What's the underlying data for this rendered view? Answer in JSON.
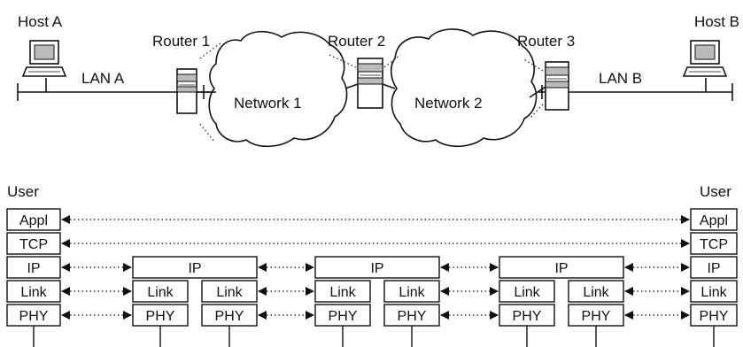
{
  "top": {
    "host_a": "Host A",
    "host_b": "Host B",
    "router_1": "Router 1",
    "router_2": "Router 2",
    "router_3": "Router 3",
    "lan_a": "LAN A",
    "lan_b": "LAN B",
    "network_1": "Network 1",
    "network_2": "Network 2"
  },
  "stack": {
    "user_left": "User",
    "user_right": "User",
    "appl": "Appl",
    "tcp": "TCP",
    "ip": "IP",
    "link": "Link",
    "phy": "PHY"
  }
}
